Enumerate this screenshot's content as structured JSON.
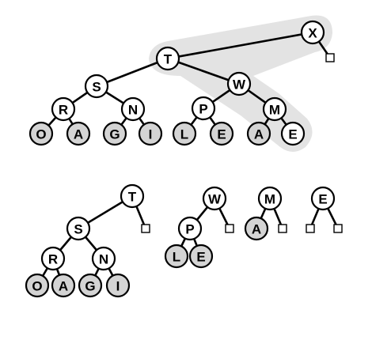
{
  "colors": {
    "highlight": "#e3e3e3",
    "internal_node": "#ffffff",
    "leaf_node": "#d4d4d4",
    "stroke": "#000000"
  },
  "nodes": [
    {
      "id": "x",
      "label": "X",
      "kind": "internal"
    },
    {
      "id": "t",
      "label": "T",
      "kind": "internal"
    },
    {
      "id": "s",
      "label": "S",
      "kind": "internal"
    },
    {
      "id": "w",
      "label": "W",
      "kind": "internal"
    },
    {
      "id": "r",
      "label": "R",
      "kind": "internal"
    },
    {
      "id": "n",
      "label": "N",
      "kind": "internal"
    },
    {
      "id": "p",
      "label": "P",
      "kind": "internal"
    },
    {
      "id": "m",
      "label": "M",
      "kind": "internal"
    },
    {
      "id": "o",
      "label": "O",
      "kind": "leaf"
    },
    {
      "id": "a1",
      "label": "A",
      "kind": "leaf"
    },
    {
      "id": "g",
      "label": "G",
      "kind": "leaf"
    },
    {
      "id": "i",
      "label": "I",
      "kind": "leaf"
    },
    {
      "id": "l",
      "label": "L",
      "kind": "leaf"
    },
    {
      "id": "e1",
      "label": "E",
      "kind": "leaf"
    },
    {
      "id": "a2",
      "label": "A",
      "kind": "leaf"
    },
    {
      "id": "e2",
      "label": "E",
      "kind": "internal"
    },
    {
      "id": "t_b",
      "label": "T",
      "kind": "internal"
    },
    {
      "id": "s_b",
      "label": "S",
      "kind": "internal"
    },
    {
      "id": "r_b",
      "label": "R",
      "kind": "internal"
    },
    {
      "id": "n_b",
      "label": "N",
      "kind": "internal"
    },
    {
      "id": "o_b",
      "label": "O",
      "kind": "leaf"
    },
    {
      "id": "a_b",
      "label": "A",
      "kind": "leaf"
    },
    {
      "id": "g_b",
      "label": "G",
      "kind": "leaf"
    },
    {
      "id": "i_b",
      "label": "I",
      "kind": "leaf"
    },
    {
      "id": "w_b",
      "label": "W",
      "kind": "internal"
    },
    {
      "id": "p_b",
      "label": "P",
      "kind": "internal"
    },
    {
      "id": "l_b",
      "label": "L",
      "kind": "leaf"
    },
    {
      "id": "e_b",
      "label": "E",
      "kind": "leaf"
    },
    {
      "id": "m_b",
      "label": "M",
      "kind": "internal"
    },
    {
      "id": "a2_b",
      "label": "A",
      "kind": "leaf"
    },
    {
      "id": "e2_b",
      "label": "E",
      "kind": "internal"
    }
  ],
  "edges": [
    [
      "x",
      "t"
    ],
    [
      "x",
      "xbox"
    ],
    [
      "t",
      "s"
    ],
    [
      "t",
      "w"
    ],
    [
      "s",
      "r"
    ],
    [
      "s",
      "n"
    ],
    [
      "r",
      "o"
    ],
    [
      "r",
      "a1"
    ],
    [
      "n",
      "g"
    ],
    [
      "n",
      "i"
    ],
    [
      "w",
      "p"
    ],
    [
      "w",
      "m"
    ],
    [
      "p",
      "l"
    ],
    [
      "p",
      "e1"
    ],
    [
      "m",
      "a2"
    ],
    [
      "m",
      "e2"
    ],
    [
      "t_b",
      "s_b"
    ],
    [
      "t_b",
      "tbox"
    ],
    [
      "s_b",
      "r_b"
    ],
    [
      "s_b",
      "n_b"
    ],
    [
      "r_b",
      "o_b"
    ],
    [
      "r_b",
      "a_b"
    ],
    [
      "n_b",
      "g_b"
    ],
    [
      "n_b",
      "i_b"
    ],
    [
      "w_b",
      "p_b"
    ],
    [
      "w_b",
      "wbox"
    ],
    [
      "p_b",
      "l_b"
    ],
    [
      "p_b",
      "e_b"
    ],
    [
      "m_b",
      "a2_b"
    ],
    [
      "m_b",
      "mbox"
    ],
    [
      "e2_b",
      "ebox1"
    ],
    [
      "e2_b",
      "ebox2"
    ]
  ],
  "empty_leaves": [
    "xbox",
    "tbox",
    "wbox",
    "mbox",
    "ebox1",
    "ebox2"
  ]
}
